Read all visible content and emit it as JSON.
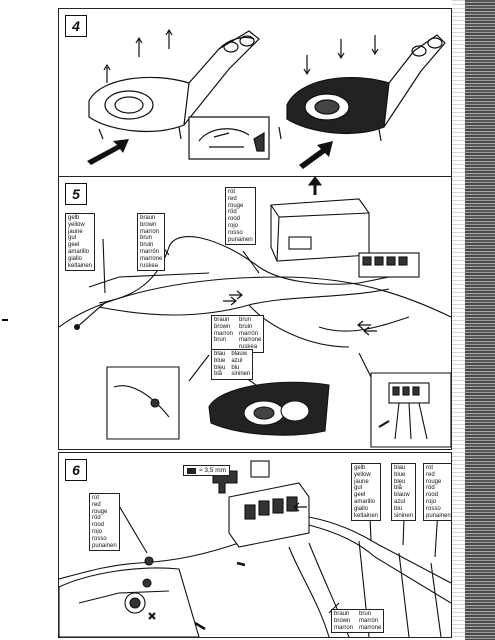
{
  "steps": [
    {
      "number": "4"
    },
    {
      "number": "5"
    },
    {
      "number": "6"
    }
  ],
  "step5": {
    "wire_gelb": [
      "gelb",
      "yellow",
      "jaune",
      "gul",
      "geel",
      "amarillo",
      "giallo",
      "keltainen"
    ],
    "wire_braun_top": [
      "braun",
      "brown",
      "marron",
      "brun",
      "bruin",
      "marrón",
      "marrone",
      "ruskea"
    ],
    "wire_rot": [
      "rot",
      "red",
      "rouge",
      "röd",
      "rood",
      "rojo",
      "rosso",
      "punainen"
    ],
    "wire_braun_mid_a": [
      "braun",
      "brown",
      "marron",
      "brun"
    ],
    "wire_braun_mid_b": [
      "brun",
      "bruin",
      "marrón",
      "marrone",
      "ruskea"
    ],
    "wire_blau_a": [
      "blau",
      "blue",
      "bleu",
      "blå"
    ],
    "wire_blau_b": [
      "blauw",
      "azul",
      "blu",
      "sininen"
    ]
  },
  "step6": {
    "fuse_label": "≈ 3,5 mm",
    "wire_rot_left": [
      "rot",
      "red",
      "rouge",
      "röd",
      "rood",
      "rojo",
      "rosso",
      "punainen"
    ],
    "wire_gelb": [
      "gelb",
      "yellow",
      "jaune",
      "gul",
      "geel",
      "amarillo",
      "giallo",
      "keltainen"
    ],
    "wire_blau": [
      "blau",
      "blue",
      "bleu",
      "blå",
      "blauw",
      "azul",
      "blu",
      "sininen"
    ],
    "wire_rot_right": [
      "rot",
      "red",
      "rouge",
      "röd",
      "rood",
      "rojo",
      "rosso",
      "punainen"
    ],
    "wire_braun_a": [
      "braun",
      "brown",
      "marron"
    ],
    "wire_braun_b": [
      "brun",
      "marrón",
      "marrone"
    ]
  }
}
